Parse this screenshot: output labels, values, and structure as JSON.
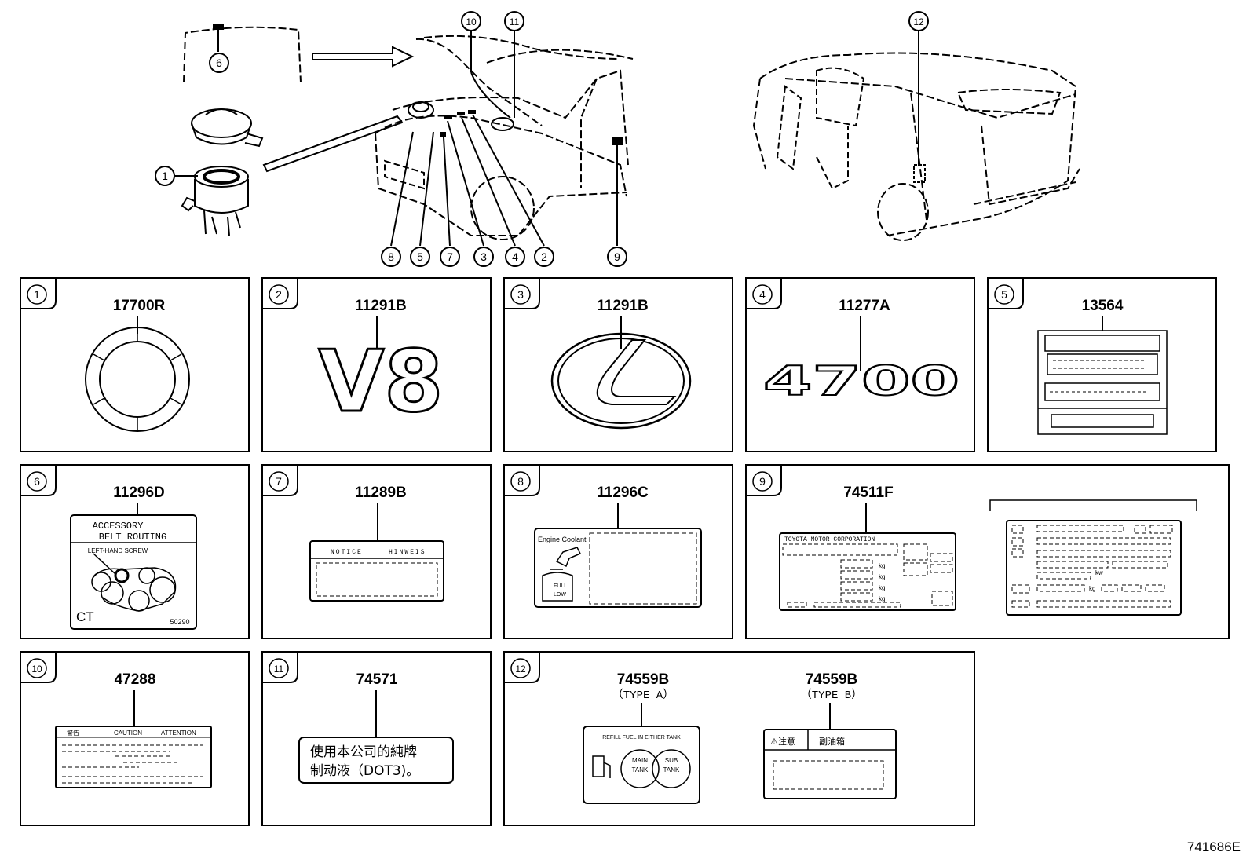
{
  "figure_code": "741686E",
  "overview": {
    "callouts": [
      "1",
      "2",
      "3",
      "4",
      "5",
      "6",
      "7",
      "8",
      "9",
      "10",
      "11",
      "12"
    ]
  },
  "panels": [
    {
      "index": "1",
      "part": "17700R"
    },
    {
      "index": "2",
      "part": "11291B",
      "emblem_text": "V8"
    },
    {
      "index": "3",
      "part": "11291B"
    },
    {
      "index": "4",
      "part": "11277A",
      "emblem_text": "4700"
    },
    {
      "index": "5",
      "part": "13564"
    },
    {
      "index": "6",
      "part": "11296D",
      "lines": [
        "ACCESSORY",
        "BELT ROUTING",
        "LEFT-HAND SCREW"
      ],
      "code": "50290",
      "mark": "CT"
    },
    {
      "index": "7",
      "part": "11289B",
      "header_left": "NOTICE",
      "header_right": "HINWEIS"
    },
    {
      "index": "8",
      "part": "11296C",
      "title": "Engine Coolant",
      "full": "FULL",
      "low": "LOW"
    },
    {
      "index": "9",
      "part": "74511F",
      "maker": "TOYOTA MOTOR CORPORATION",
      "unit_kg": "kg",
      "unit_kw": "kw"
    },
    {
      "index": "10",
      "part": "47288",
      "header": [
        "警告",
        "CAUTION",
        "ATTENTION"
      ]
    },
    {
      "index": "11",
      "part": "74571",
      "line1": "使用本公司的純牌",
      "line2": "制动液（DOT3)。"
    },
    {
      "index": "12",
      "part_a": "74559B",
      "type_a": "（TYPE A）",
      "part_b": "74559B",
      "type_b": "（TYPE B）",
      "refill": "REFILL FUEL IN EITHER TANK",
      "main_tank": [
        "MAIN",
        "TANK"
      ],
      "sub_tank": [
        "SUB",
        "TANK"
      ],
      "caution_b": "⚠注意",
      "sub_tank_b": "副油箱"
    }
  ]
}
